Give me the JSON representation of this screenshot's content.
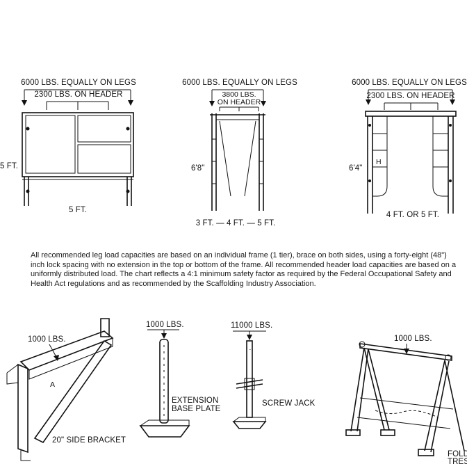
{
  "frames": [
    {
      "leg_load": "6000 LBS. EQUALLY ON LEGS",
      "header_load": "2300 LBS. ON HEADER",
      "height": "5 FT.",
      "width": "5 FT."
    },
    {
      "leg_load": "6000 LBS. EQUALLY ON LEGS",
      "header_load_line1": "3800 LBS.",
      "header_load_line2": "ON HEADER",
      "height": "6'8\"",
      "width": "3 FT. — 4 FT. — 5 FT."
    },
    {
      "leg_load": "6000 LBS. EQUALLY ON LEGS",
      "header_load": "2300 LBS. ON HEADER",
      "height": "6'4\"",
      "width": "4 FT. OR 5 FT."
    }
  ],
  "note": "All recommended leg load capacities are based on an individual frame (1 tier), brace on both sides, using a forty-eight (48\") inch lock spacing with no extension in the top or bottom of the frame. All recommended header load capacities are based on a uniformly distributed load. The chart reflects a 4:1 minimum safety factor as required by the Federal Occupational Safety and Health Act regulations and as recommended by the Scaffolding Industry Association.",
  "accessories": [
    {
      "load": "1000 LBS.",
      "name": "20\" SIDE BRACKET"
    },
    {
      "load": "1000 LBS.",
      "name_line1": "EXTENSION",
      "name_line2": "BASE PLATE"
    },
    {
      "load": "11000 LBS.",
      "name": "SCREW JACK"
    },
    {
      "load": "1000 LBS.",
      "name_line1": "FOLDING",
      "name_line2": "TRESTLE"
    }
  ]
}
